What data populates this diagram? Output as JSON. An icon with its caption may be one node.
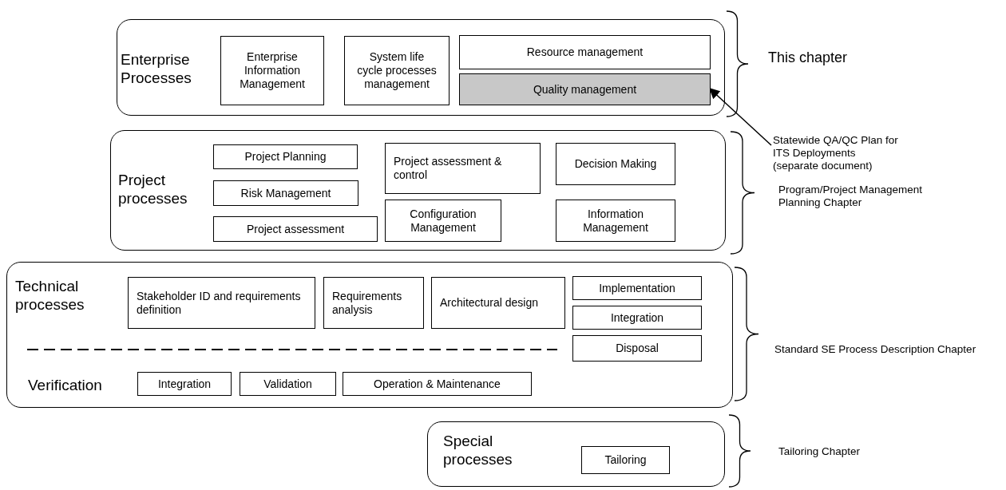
{
  "diagram": {
    "nodes": [
      {
        "text": [
          "Enterprise Processes"
        ]
      },
      {
        "text": [
          "Enterprise Information Management"
        ],
        "in": 0
      },
      {
        "text": [
          "System life cycle processes management"
        ],
        "in": 0
      },
      {
        "text": [
          "Resource management"
        ],
        "in": 0
      },
      {
        "text": [
          "Quality management"
        ],
        "in": 0
      },
      {
        "text": [
          "Statewide QA/QC Plan for ITS Deployments (separate document)"
        ]
      },
      {
        "text": [
          "Project processes"
        ]
      },
      {
        "text": [
          "Project Planning"
        ],
        "in": 6
      },
      {
        "text": [
          "Risk Management"
        ],
        "in": 6
      },
      {
        "text": [
          "Project assessment"
        ],
        "in": 6
      },
      {
        "text": [
          "Project assessment & control"
        ],
        "in": 6
      },
      {
        "text": [
          "Configuration Management"
        ],
        "in": 6
      },
      {
        "text": [
          "Decision Making"
        ],
        "in": 6
      },
      {
        "text": [
          "Information Management"
        ],
        "in": 6
      },
      {
        "text": [
          "Technical processes",
          "Verification"
        ]
      },
      {
        "text": [
          "Stakeholder ID and requirements definition"
        ],
        "in": 14
      },
      {
        "text": [
          "Requirements analysis"
        ],
        "in": 14
      },
      {
        "text": [
          "Architectural design"
        ],
        "in": 14
      },
      {
        "text": [
          "Implementation"
        ],
        "in": 14
      },
      {
        "text": [
          "Integration"
        ],
        "in": 14
      },
      {
        "text": [
          "Disposal"
        ],
        "in": 14
      },
      {
        "text": [
          "Integration"
        ],
        "in": 14
      },
      {
        "text": [
          "Validation"
        ],
        "in": 14
      },
      {
        "text": [
          "Operation & Maintenance"
        ],
        "in": 14
      },
      {
        "text": [
          "Special processes"
        ]
      },
      {
        "text": [
          "Tailoring"
        ],
        "in": 24
      }
    ],
    "edges": [
      {
        "from": 5,
        "to": 4,
        "arrow": "to"
      }
    ],
    "labels": [
      "This chapter",
      "Program/Project Management Planning Chapter",
      "Standard SE Process Description Chapter",
      "Tailoring Chapter"
    ]
  }
}
